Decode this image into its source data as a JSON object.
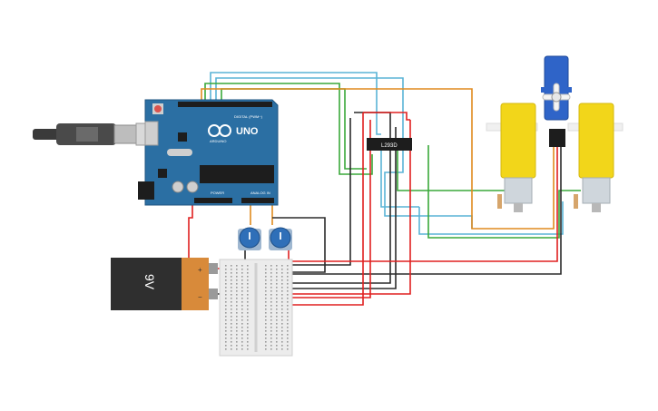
{
  "arduino": {
    "logo_text": "UNO",
    "brand_text": "ARDUINO",
    "digital_label": "DIGITAL (PWM~)",
    "power_label": "POWER",
    "analog_label": "ANALOG IN",
    "board_color": "#2b6fa3",
    "reset_button_color": "#d9534f"
  },
  "battery": {
    "label": "9V",
    "body_color": "#2f2f2f",
    "cap_color": "#d88a3a",
    "plus_sign": "+",
    "minus_sign": "−"
  },
  "driver_ic": {
    "label": "L293D"
  },
  "wire_colors": {
    "red": "#e02020",
    "black": "#2b2b2b",
    "green": "#3aa83a",
    "cyan": "#5ab4d6",
    "orange": "#e08a1e",
    "blue": "#3a6fd6"
  },
  "component_colors": {
    "motor_yellow": "#f2d61a",
    "servo_blue": "#2f64c8",
    "pot_blue": "#2f6fb8",
    "breadboard": "#ececec"
  }
}
